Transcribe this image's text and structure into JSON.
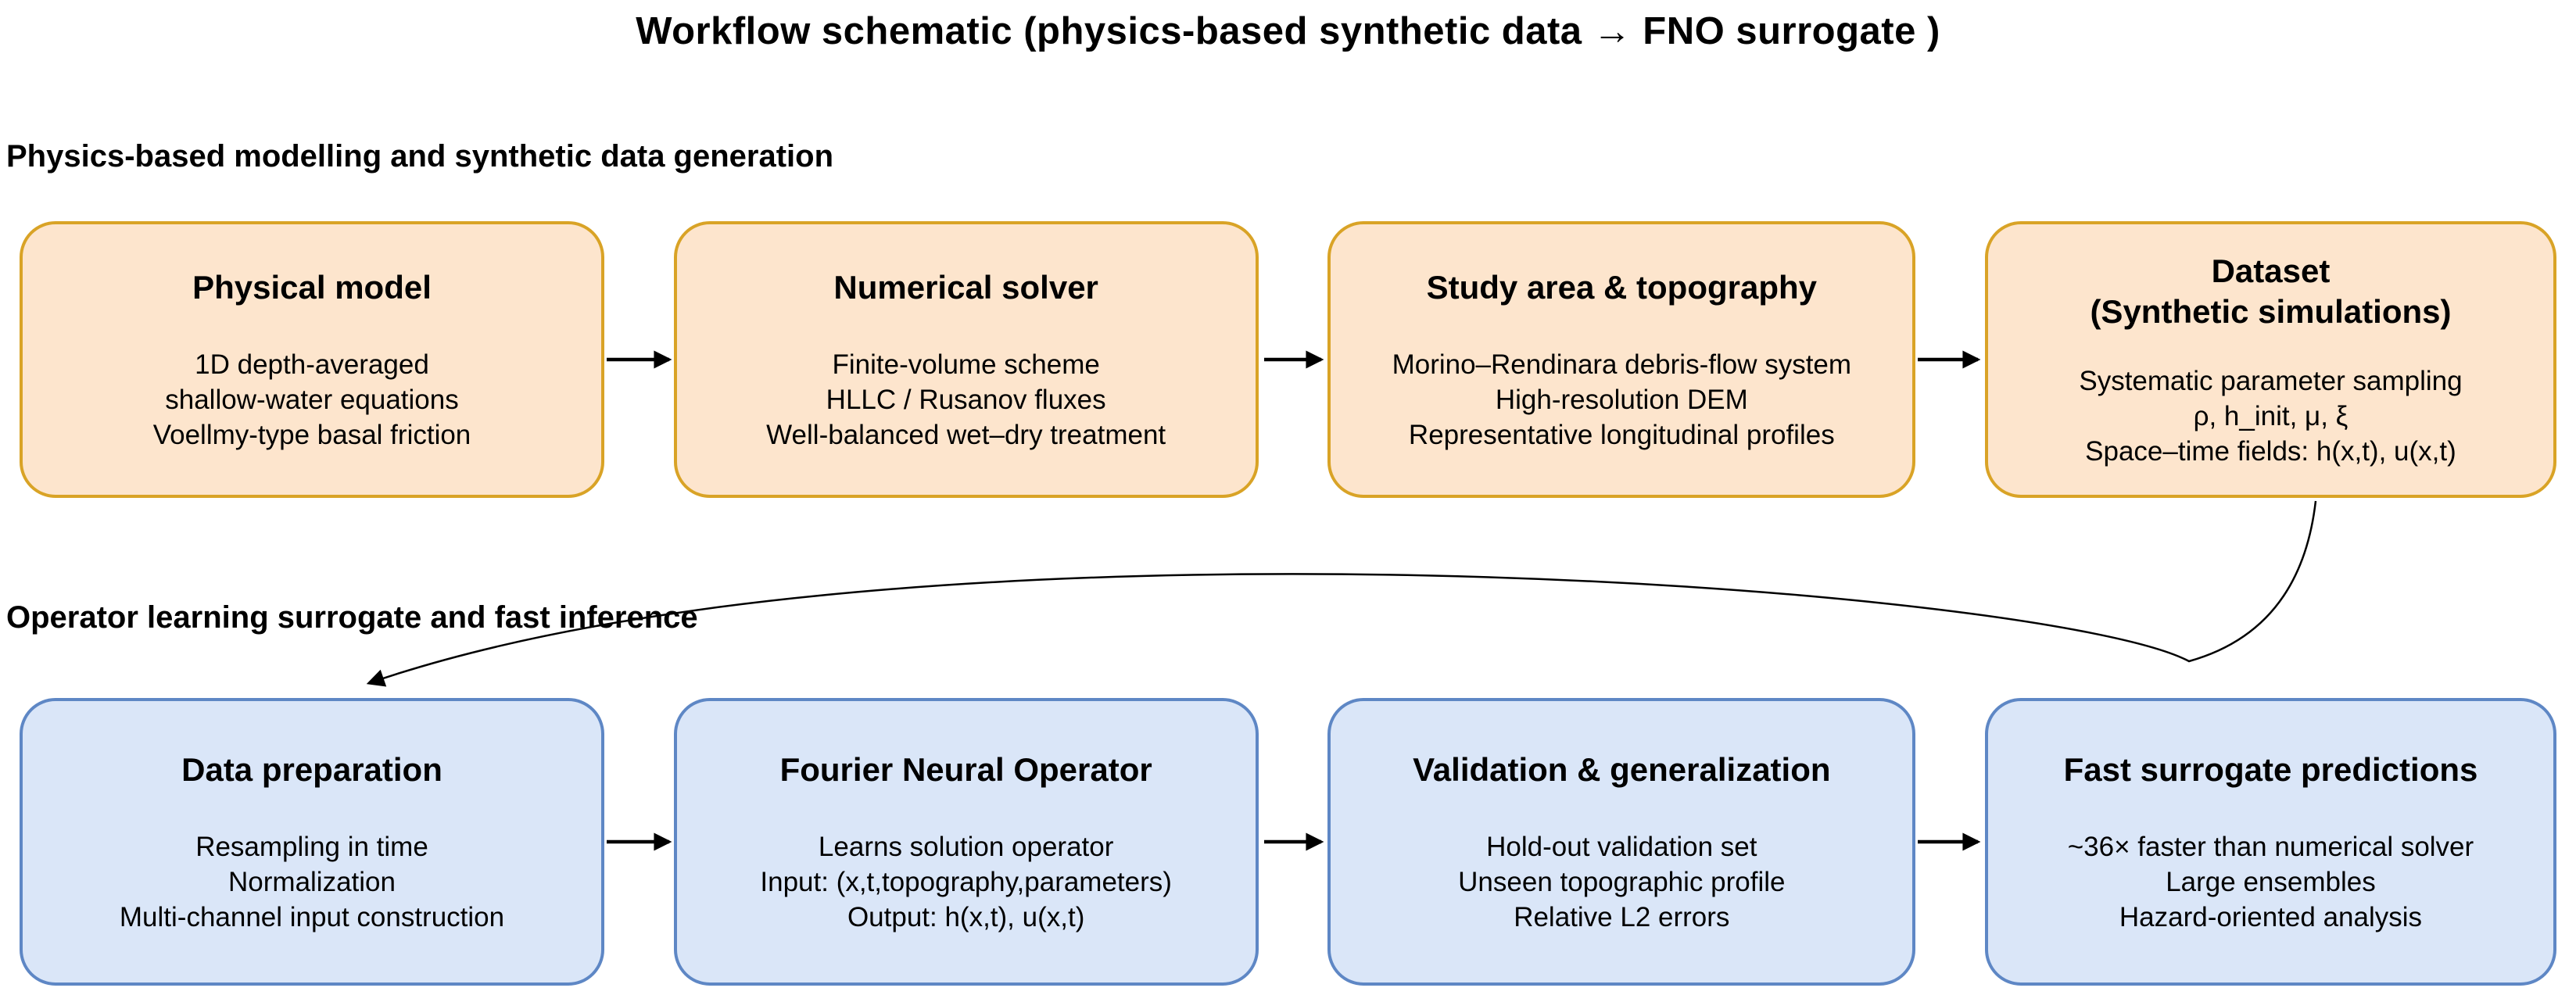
{
  "title": "Workflow schematic (physics-based synthetic data → FNO surrogate )",
  "sections": [
    {
      "heading": "Physics-based modelling and synthetic data generation",
      "boxes": [
        {
          "title": "Physical model",
          "lines": [
            "1D depth-averaged",
            "shallow-water equations",
            "Voellmy-type basal friction"
          ]
        },
        {
          "title": "Numerical solver",
          "lines": [
            "Finite-volume scheme",
            "HLLC / Rusanov fluxes",
            "Well-balanced wet–dry treatment"
          ]
        },
        {
          "title": "Study area & topography",
          "lines": [
            "Morino–Rendinara debris-flow system",
            "High-resolution DEM",
            "Representative longitudinal profiles"
          ]
        },
        {
          "title": "Dataset",
          "subtitle": "(Synthetic simulations)",
          "lines": [
            "Systematic parameter sampling",
            "ρ, h_init, μ, ξ",
            "Space–time fields: h(x,t), u(x,t)"
          ]
        }
      ]
    },
    {
      "heading": "Operator learning surrogate and fast inference",
      "boxes": [
        {
          "title": "Data preparation",
          "lines": [
            "Resampling in time",
            "Normalization",
            "Multi-channel input construction"
          ]
        },
        {
          "title": "Fourier Neural Operator",
          "lines": [
            "Learns solution operator",
            "Input: (x,t,topography,parameters)",
            "Output: h(x,t), u(x,t)"
          ]
        },
        {
          "title": "Validation & generalization",
          "lines": [
            "Hold-out validation set",
            "Unseen topographic profile",
            "Relative L2 errors"
          ]
        },
        {
          "title": "Fast surrogate predictions",
          "lines": [
            "~36× faster than numerical solver",
            "Large ensembles",
            "Hazard-oriented analysis"
          ]
        }
      ]
    }
  ],
  "colors": {
    "orange_fill": "#FDE5CD",
    "orange_border": "#D9A326",
    "blue_fill": "#DAE6F8",
    "blue_border": "#5E87C5",
    "arrow": "#000000"
  }
}
